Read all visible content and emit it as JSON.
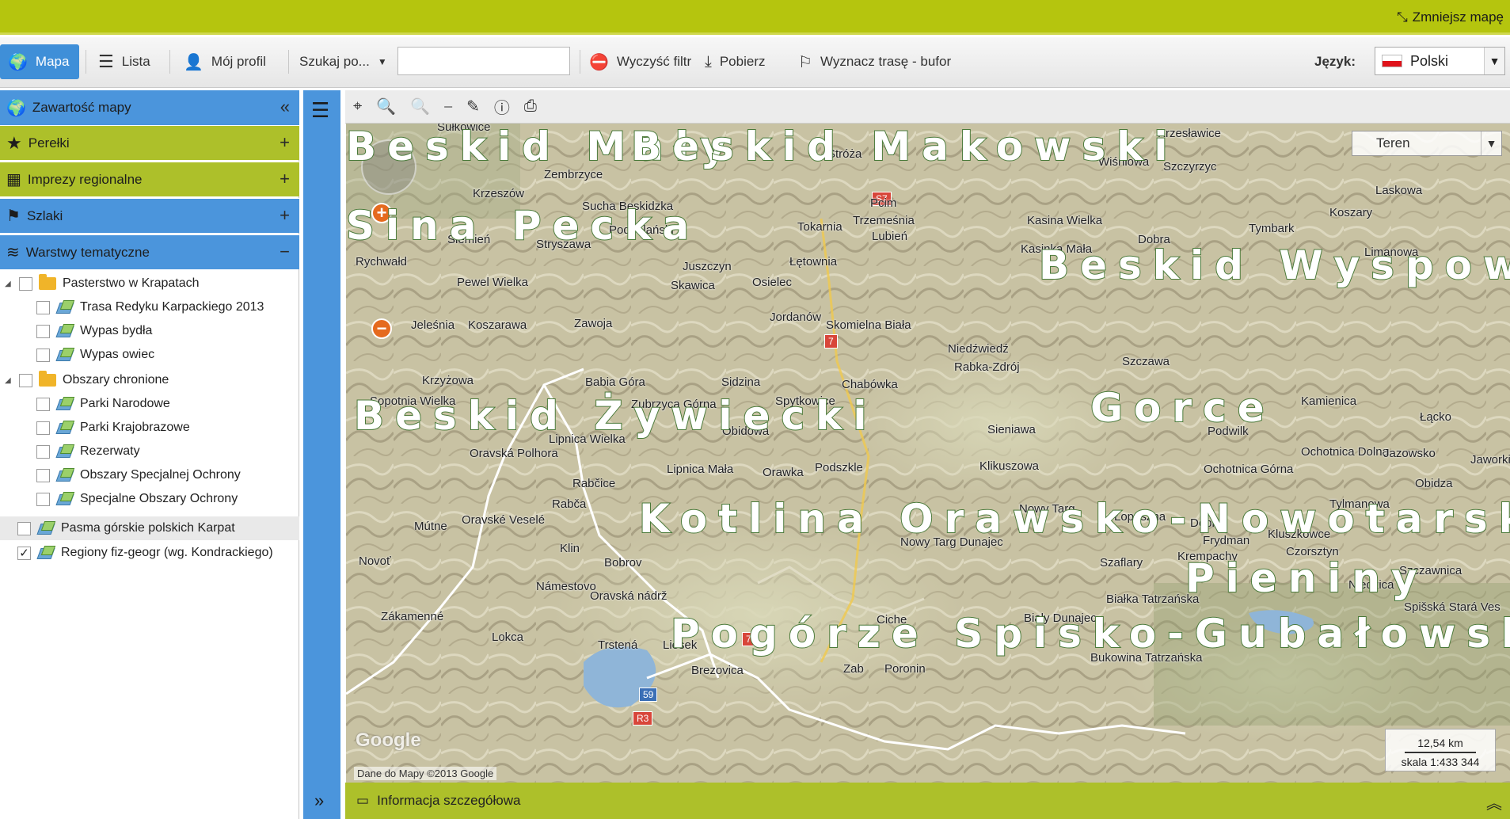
{
  "topbar": {
    "shrink_label": "Zmniejsz mapę"
  },
  "toolbar": {
    "map_label": "Mapa",
    "list_label": "Lista",
    "profile_label": "Mój profil",
    "search_by_label": "Szukaj po...",
    "search_value": "",
    "clear_filter_label": "Wyczyść filtr",
    "download_label": "Pobierz",
    "route_label": "Wyznacz trasę - bufor",
    "language_label": "Język:",
    "language_value": "Polski"
  },
  "sidebar": {
    "panels": [
      {
        "label": "Zawartość mapy",
        "control": "«"
      },
      {
        "label": "Perełki",
        "control": "+"
      },
      {
        "label": "Imprezy regionalne",
        "control": "+"
      },
      {
        "label": "Szlaki",
        "control": "+"
      },
      {
        "label": "Warstwy tematyczne",
        "control": "−"
      }
    ],
    "tree": [
      {
        "label": "Pasterstwo w Krapatach",
        "checked": ""
      },
      {
        "label": "Trasa Redyku Karpackiego 2013",
        "checked": ""
      },
      {
        "label": "Wypas bydła",
        "checked": ""
      },
      {
        "label": "Wypas owiec",
        "checked": ""
      },
      {
        "label": "Obszary chronione",
        "checked": ""
      },
      {
        "label": "Parki Narodowe",
        "checked": ""
      },
      {
        "label": "Parki Krajobrazowe",
        "checked": ""
      },
      {
        "label": "Rezerwaty",
        "checked": ""
      },
      {
        "label": "Obszary Specjalnej Ochrony",
        "checked": ""
      },
      {
        "label": "Specjalne Obszary Ochrony",
        "checked": ""
      },
      {
        "label": "Pasma górskie polskich Karpat",
        "checked": ""
      },
      {
        "label": "Regiony fiz-geogr (wg. Kondrackiego)",
        "checked": "✓"
      }
    ]
  },
  "map": {
    "terrain_label": "Teren",
    "towns": [
      "Sułkowice",
      "Stróża",
      "Krzesławice",
      "Wiśniowa",
      "Szczyrzyc",
      "Zembrzyce",
      "Krzeszów",
      "Sucha Beskidzka",
      "Podhalański",
      "Pcim",
      "Trzemeśnia",
      "Tokarnia",
      "Lubień",
      "Laskowa",
      "Kasina Wielka",
      "Koszary",
      "Tymbark",
      "Ślemień",
      "Stryszawa",
      "Dobra",
      "Rychwałd",
      "Łętownia",
      "Kasinka Mała",
      "Limanowa",
      "Juszczyn",
      "Skawica",
      "Osielec",
      "Pewel Wielka",
      "Jordanów",
      "Skomielna Biała",
      "Jeleśnia",
      "Koszarawa",
      "Zawoja",
      "Niedźwiedź",
      "Rabka-Zdrój",
      "Chabówka",
      "Szczawa",
      "Krzyżowa",
      "Babia Góra",
      "Sidzina",
      "Spytkowice",
      "Sopotnia Wielka",
      "Zubrzyca Górna",
      "Kamienica",
      "Łącko",
      "Podwilk",
      "Obidowa",
      "Sieniawa",
      "Lipnica Wielka",
      "Oravská Polhora",
      "Ochotnica Dolna",
      "Jazowsko",
      "Lipnica Mała",
      "Orawka",
      "Podszkle",
      "Klikuszowa",
      "Ochotnica Górna",
      "Rabčice",
      "Obidza",
      "Rabča",
      "Nowy Targ",
      "Łopuszna",
      "Dębno",
      "Tylmanowa",
      "Mútne",
      "Oravské Veselé",
      "Kluszkowce",
      "Frydman",
      "Czorsztyn",
      "Klin",
      "Szaflary",
      "Krempachy",
      "Novoť",
      "Bobrov",
      "Nowy Targ Dunajec",
      "Szczawnica",
      "Námestovo",
      "Niedzica",
      "Oravská nádrž",
      "Białka Tatrzańska",
      "Spišská Stará Ves",
      "Zákamenné",
      "Lokca",
      "Trstená",
      "Liesek",
      "Ciche",
      "Biały Dunajec",
      "Brezovica",
      "Zab",
      "Poronin",
      "Bukowina Tatrzańska",
      "Jaworki"
    ],
    "regions": [
      "Beskid Mały",
      "Beskid Makowski",
      "Beskid Wyspowy",
      "Beskid Żywiecki",
      "Gorce",
      "Kotlina Orawsko-Nowotarska",
      "Pieniny",
      "Pogórze Spisko-Gubałowskie",
      "Sina Pecka"
    ],
    "scale_distance": "12,54 km",
    "scale_ratio": "skala 1:433 344",
    "copyright": "Dane do Mapy ©2013 Google",
    "google_logo": "Google"
  },
  "bottom": {
    "label": "Informacja szczegółowa"
  },
  "colors": {
    "topbar_green": "#b5c50e",
    "panel_blue": "#4b95dc",
    "panel_green": "#adc02a",
    "accent_orange": "#e56a1e"
  }
}
